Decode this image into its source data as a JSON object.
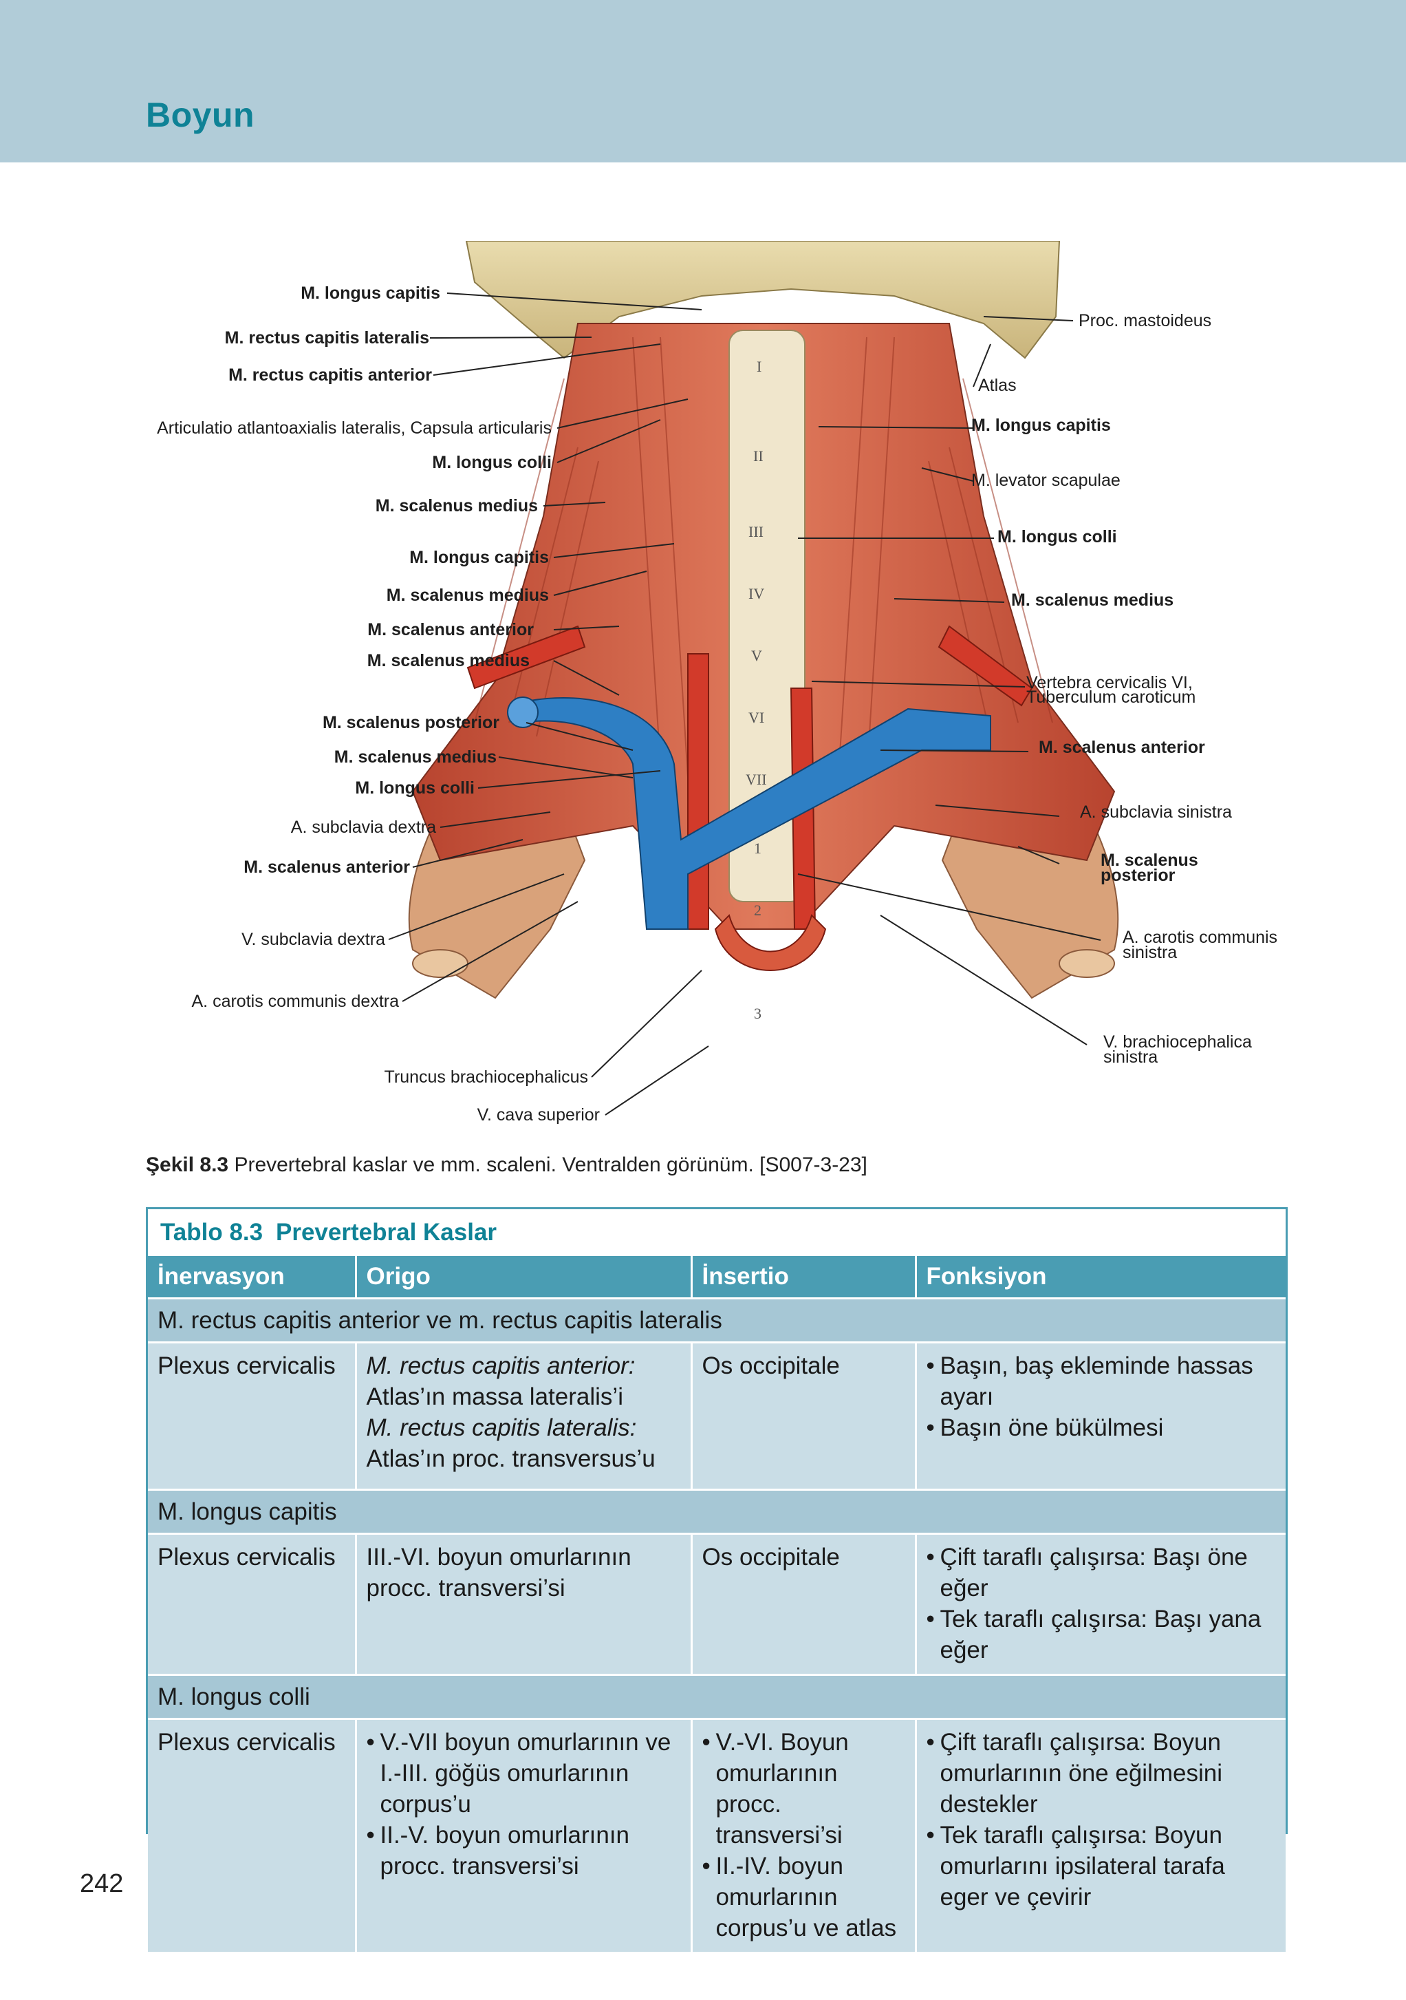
{
  "header": {
    "title": "Boyun"
  },
  "figure": {
    "labels_left": [
      {
        "text": "M. longus capitis",
        "bold": true
      },
      {
        "text": "M. rectus capitis lateralis",
        "bold": true
      },
      {
        "text": "M. rectus capitis anterior",
        "bold": true
      },
      {
        "text": "Articulatio atlantoaxialis lateralis, Capsula articularis",
        "bold": false
      },
      {
        "text": "M. longus colli",
        "bold": true
      },
      {
        "text": "M. scalenus medius",
        "bold": true
      },
      {
        "text": "M. longus capitis",
        "bold": true
      },
      {
        "text": "M. scalenus medius",
        "bold": true
      },
      {
        "text": "M. scalenus anterior",
        "bold": true
      },
      {
        "text": "M. scalenus medius",
        "bold": true
      },
      {
        "text": "M. scalenus posterior",
        "bold": true
      },
      {
        "text": "M. scalenus medius",
        "bold": true
      },
      {
        "text": "M. longus colli",
        "bold": true
      },
      {
        "text": "A. subclavia dextra",
        "bold": false
      },
      {
        "text": "M. scalenus anterior",
        "bold": true
      },
      {
        "text": "V. subclavia dextra",
        "bold": false
      },
      {
        "text": "A. carotis communis dextra",
        "bold": false
      },
      {
        "text": "Truncus brachiocephalicus",
        "bold": false
      },
      {
        "text": "V. cava superior",
        "bold": false
      }
    ],
    "labels_right": [
      {
        "text": "Proc. mastoideus",
        "bold": false
      },
      {
        "text": "Atlas",
        "bold": false
      },
      {
        "text": "M. longus capitis",
        "bold": true
      },
      {
        "text": "M. levator scapulae",
        "bold": false
      },
      {
        "text": "M. longus colli",
        "bold": true
      },
      {
        "text": "M. scalenus medius",
        "bold": true
      },
      {
        "text": "Vertebra cervicalis VI,",
        "bold": false
      },
      {
        "text": "Tuberculum caroticum",
        "bold": false
      },
      {
        "text": "M. scalenus anterior",
        "bold": true
      },
      {
        "text": "A. subclavia sinistra",
        "bold": false
      },
      {
        "text": "M. scalenus",
        "bold": true
      },
      {
        "text": "posterior",
        "bold": true
      },
      {
        "text": "A. carotis communis",
        "bold": false
      },
      {
        "text": "sinistra",
        "bold": false
      },
      {
        "text": "V. brachiocephalica",
        "bold": false
      },
      {
        "text": "sinistra",
        "bold": false
      }
    ],
    "vertebra_numerals": [
      "I",
      "II",
      "III",
      "IV",
      "V",
      "VI",
      "VII",
      "1",
      "2",
      "3"
    ]
  },
  "caption": {
    "number": "Şekil 8.3",
    "text": "Prevertebral kaslar ve mm. scaleni. Ventralden görünüm. [S007-3-23]"
  },
  "table": {
    "label": "Tablo 8.3",
    "title": "Prevertebral Kaslar",
    "headers": [
      "İnervasyon",
      "Origo",
      "İnsertio",
      "Fonksiyon"
    ],
    "sections": [
      {
        "name": "M. rectus capitis anterior ve m. rectus capitis lateralis",
        "innervation": "Plexus cervicalis",
        "origo": [
          "M. rectus capitis anterior:",
          "Atlas’ın massa lateralis’i",
          "M. rectus capitis lateralis:",
          "Atlas’ın proc. transversus’u"
        ],
        "insertio": "Os occipitale",
        "function": [
          "Başın, baş ekleminde hassas ayarı",
          "Başın öne bükülmesi"
        ]
      },
      {
        "name": "M. longus capitis",
        "innervation": "Plexus cervicalis",
        "origo": "III.-VI. boyun omurlarının procc. transversi’si",
        "insertio": "Os occipitale",
        "function": [
          "Çift taraflı çalışırsa: Başı öne eğer",
          "Tek taraflı çalışırsa: Başı yana eğer"
        ]
      },
      {
        "name": "M. longus colli",
        "innervation": "Plexus cervicalis",
        "origo": [
          "V.-VII boyun omurlarının ve I.-III. göğüs omurlarının corpus’u",
          "II.-V. boyun omurlarının procc. transversi’si"
        ],
        "insertio": [
          "V.-VI. Boyun omurlarının procc. transversi’si",
          "II.-IV. boyun omurlarının corpus’u ve atlas"
        ],
        "function": [
          "Çift taraflı çalışırsa: Boyun omurlarının öne eğilmesini destekler",
          "Tek taraflı çalışırsa: Boyun omurlarını ipsilateral tarafa eger ve çevirir"
        ]
      }
    ]
  },
  "page_number": "242",
  "colors": {
    "header_bg": "#b1ccd8",
    "title_teal": "#0f8296",
    "table_header": "#4a9db3",
    "table_row": "#c9dde6",
    "table_section": "#a6c7d5",
    "muscle_red": "#c8573f",
    "vein_blue": "#2e7fc4",
    "bone": "#e6d7a6"
  }
}
